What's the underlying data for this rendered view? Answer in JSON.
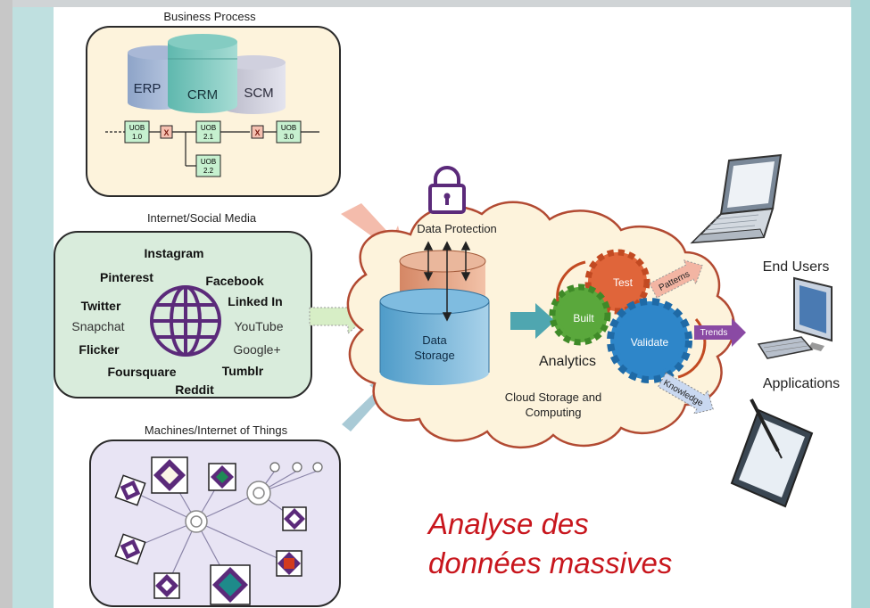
{
  "business_process": {
    "title": "Business Process",
    "systems": [
      "ERP",
      "CRM",
      "SCM"
    ],
    "flow": {
      "uob_1_0": [
        "UOB",
        "1.0"
      ],
      "uob_2_1": [
        "UOB",
        "2.1"
      ],
      "uob_2_2": [
        "UOB",
        "2.2"
      ],
      "uob_3_0": [
        "UOB",
        "3.0"
      ],
      "gate": "X"
    }
  },
  "social_media": {
    "title": "Internet/Social Media",
    "bold_items": [
      "Instagram",
      "Pinterest",
      "Facebook",
      "Twitter",
      "Linked In",
      "Flicker",
      "Foursquare",
      "Tumblr",
      "Reddit"
    ],
    "light_items": [
      "Snapchat",
      "YouTube",
      "Google+"
    ]
  },
  "iot": {
    "title": "Machines/Internet of Things"
  },
  "cloud": {
    "data_protection": "Data Protection",
    "storage_line1": "Data",
    "storage_line2": "Storage",
    "analytics": "Analytics",
    "gears": [
      "Test",
      "Built",
      "Validate"
    ],
    "caption_line1": "Cloud Storage and",
    "caption_line2": "Computing"
  },
  "outputs": {
    "patterns": "Patterns",
    "trends": "Trends",
    "knowledge": "Knowledge",
    "end_users": "End Users",
    "applications": "Applications"
  },
  "caption": {
    "line1": "Analyse des",
    "line2": "données massives"
  },
  "colors": {
    "caption": "#c8161d",
    "accent_purple": "#5b2a7a",
    "gear_orange": "#e0653a",
    "gear_green": "#5aa83c",
    "gear_blue": "#2e86c9"
  }
}
